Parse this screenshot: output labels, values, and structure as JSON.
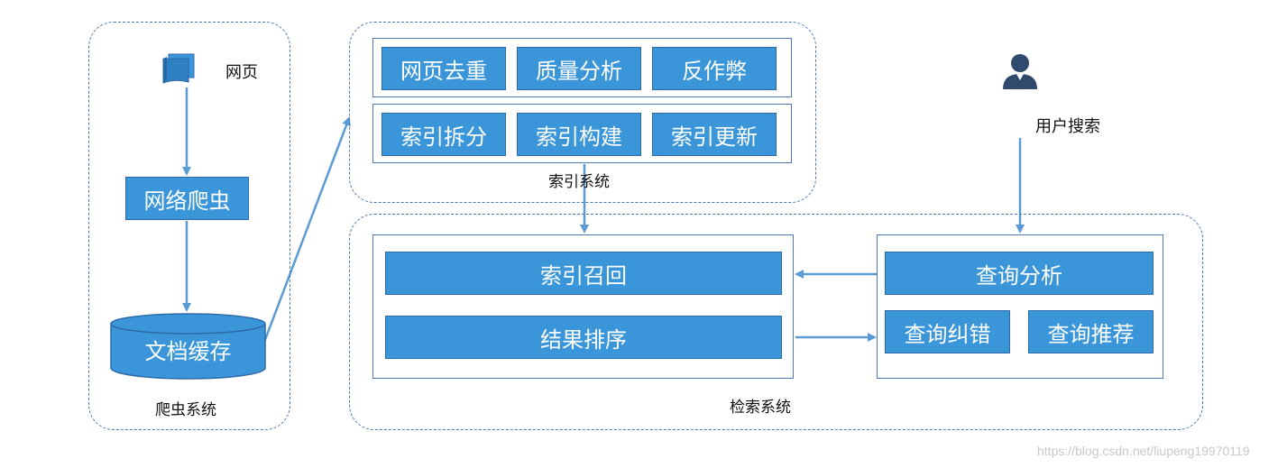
{
  "colors": {
    "box_fill": "#3a96d9",
    "box_border": "#2d6aa8",
    "outline": "#4a78b5",
    "arrow": "#5b9bd5",
    "user_icon": "#2f4a6d"
  },
  "crawler": {
    "title": "爬虫系统",
    "webpage_label": "网页",
    "crawler_box": "网络爬虫",
    "cache_box": "文档缓存",
    "webpage_icon": "document-stack-icon"
  },
  "index_system": {
    "title": "索引系统",
    "row1": [
      "网页去重",
      "质量分析",
      "反作弊"
    ],
    "row2": [
      "索引拆分",
      "索引构建",
      "索引更新"
    ]
  },
  "retrieval_system": {
    "title": "检索系统",
    "left": [
      "索引召回",
      "结果排序"
    ],
    "query_analysis": "查询分析",
    "query_bottom": [
      "查询纠错",
      "查询推荐"
    ]
  },
  "user": {
    "label": "用户搜索",
    "icon": "user-icon"
  },
  "watermark": "https://blog.csdn.net/liupeng19970119"
}
